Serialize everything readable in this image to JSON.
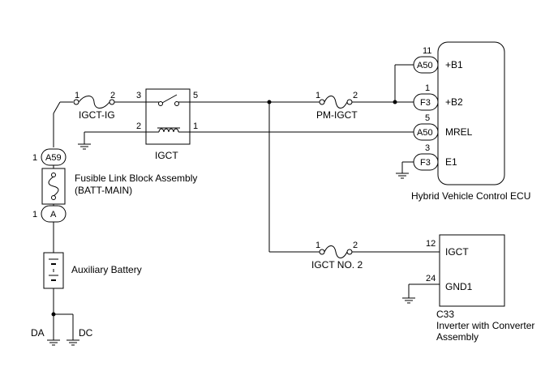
{
  "components": {
    "igct_ig_fuse": {
      "name": "IGCT-IG",
      "pin_in": "1",
      "pin_out": "2"
    },
    "igct_relay": {
      "name": "IGCT",
      "pin_3": "3",
      "pin_5": "5",
      "pin_2": "2",
      "pin_1": "1"
    },
    "pm_igct_fuse": {
      "name": "PM-IGCT",
      "pin_in": "1",
      "pin_out": "2"
    },
    "igct_no2_fuse": {
      "name": "IGCT NO. 2",
      "pin_in": "1",
      "pin_out": "2"
    },
    "fusible_link": {
      "name_line1": "Fusible Link Block Assembly",
      "name_line2": "(BATT-MAIN)"
    },
    "connector_a59": {
      "name": "A59",
      "pin": "1"
    },
    "connector_a": {
      "name": "A",
      "pin": "1"
    },
    "battery": {
      "name": "Auxiliary Battery"
    },
    "grounds": {
      "da": "DA",
      "dc": "DC"
    },
    "ecu": {
      "name": "Hybrid Vehicle Control ECU",
      "pins": [
        {
          "pin": "11",
          "connector": "A50",
          "terminal": "+B1"
        },
        {
          "pin": "1",
          "connector": "F3",
          "terminal": "+B2"
        },
        {
          "pin": "5",
          "connector": "A50",
          "terminal": "MREL"
        },
        {
          "pin": "3",
          "connector": "F3",
          "terminal": "E1"
        }
      ]
    },
    "inverter": {
      "code": "C33",
      "name_line1": "Inverter with Converter",
      "name_line2": "Assembly",
      "pins": [
        {
          "pin": "12",
          "terminal": "IGCT"
        },
        {
          "pin": "24",
          "terminal": "GND1"
        }
      ]
    }
  }
}
